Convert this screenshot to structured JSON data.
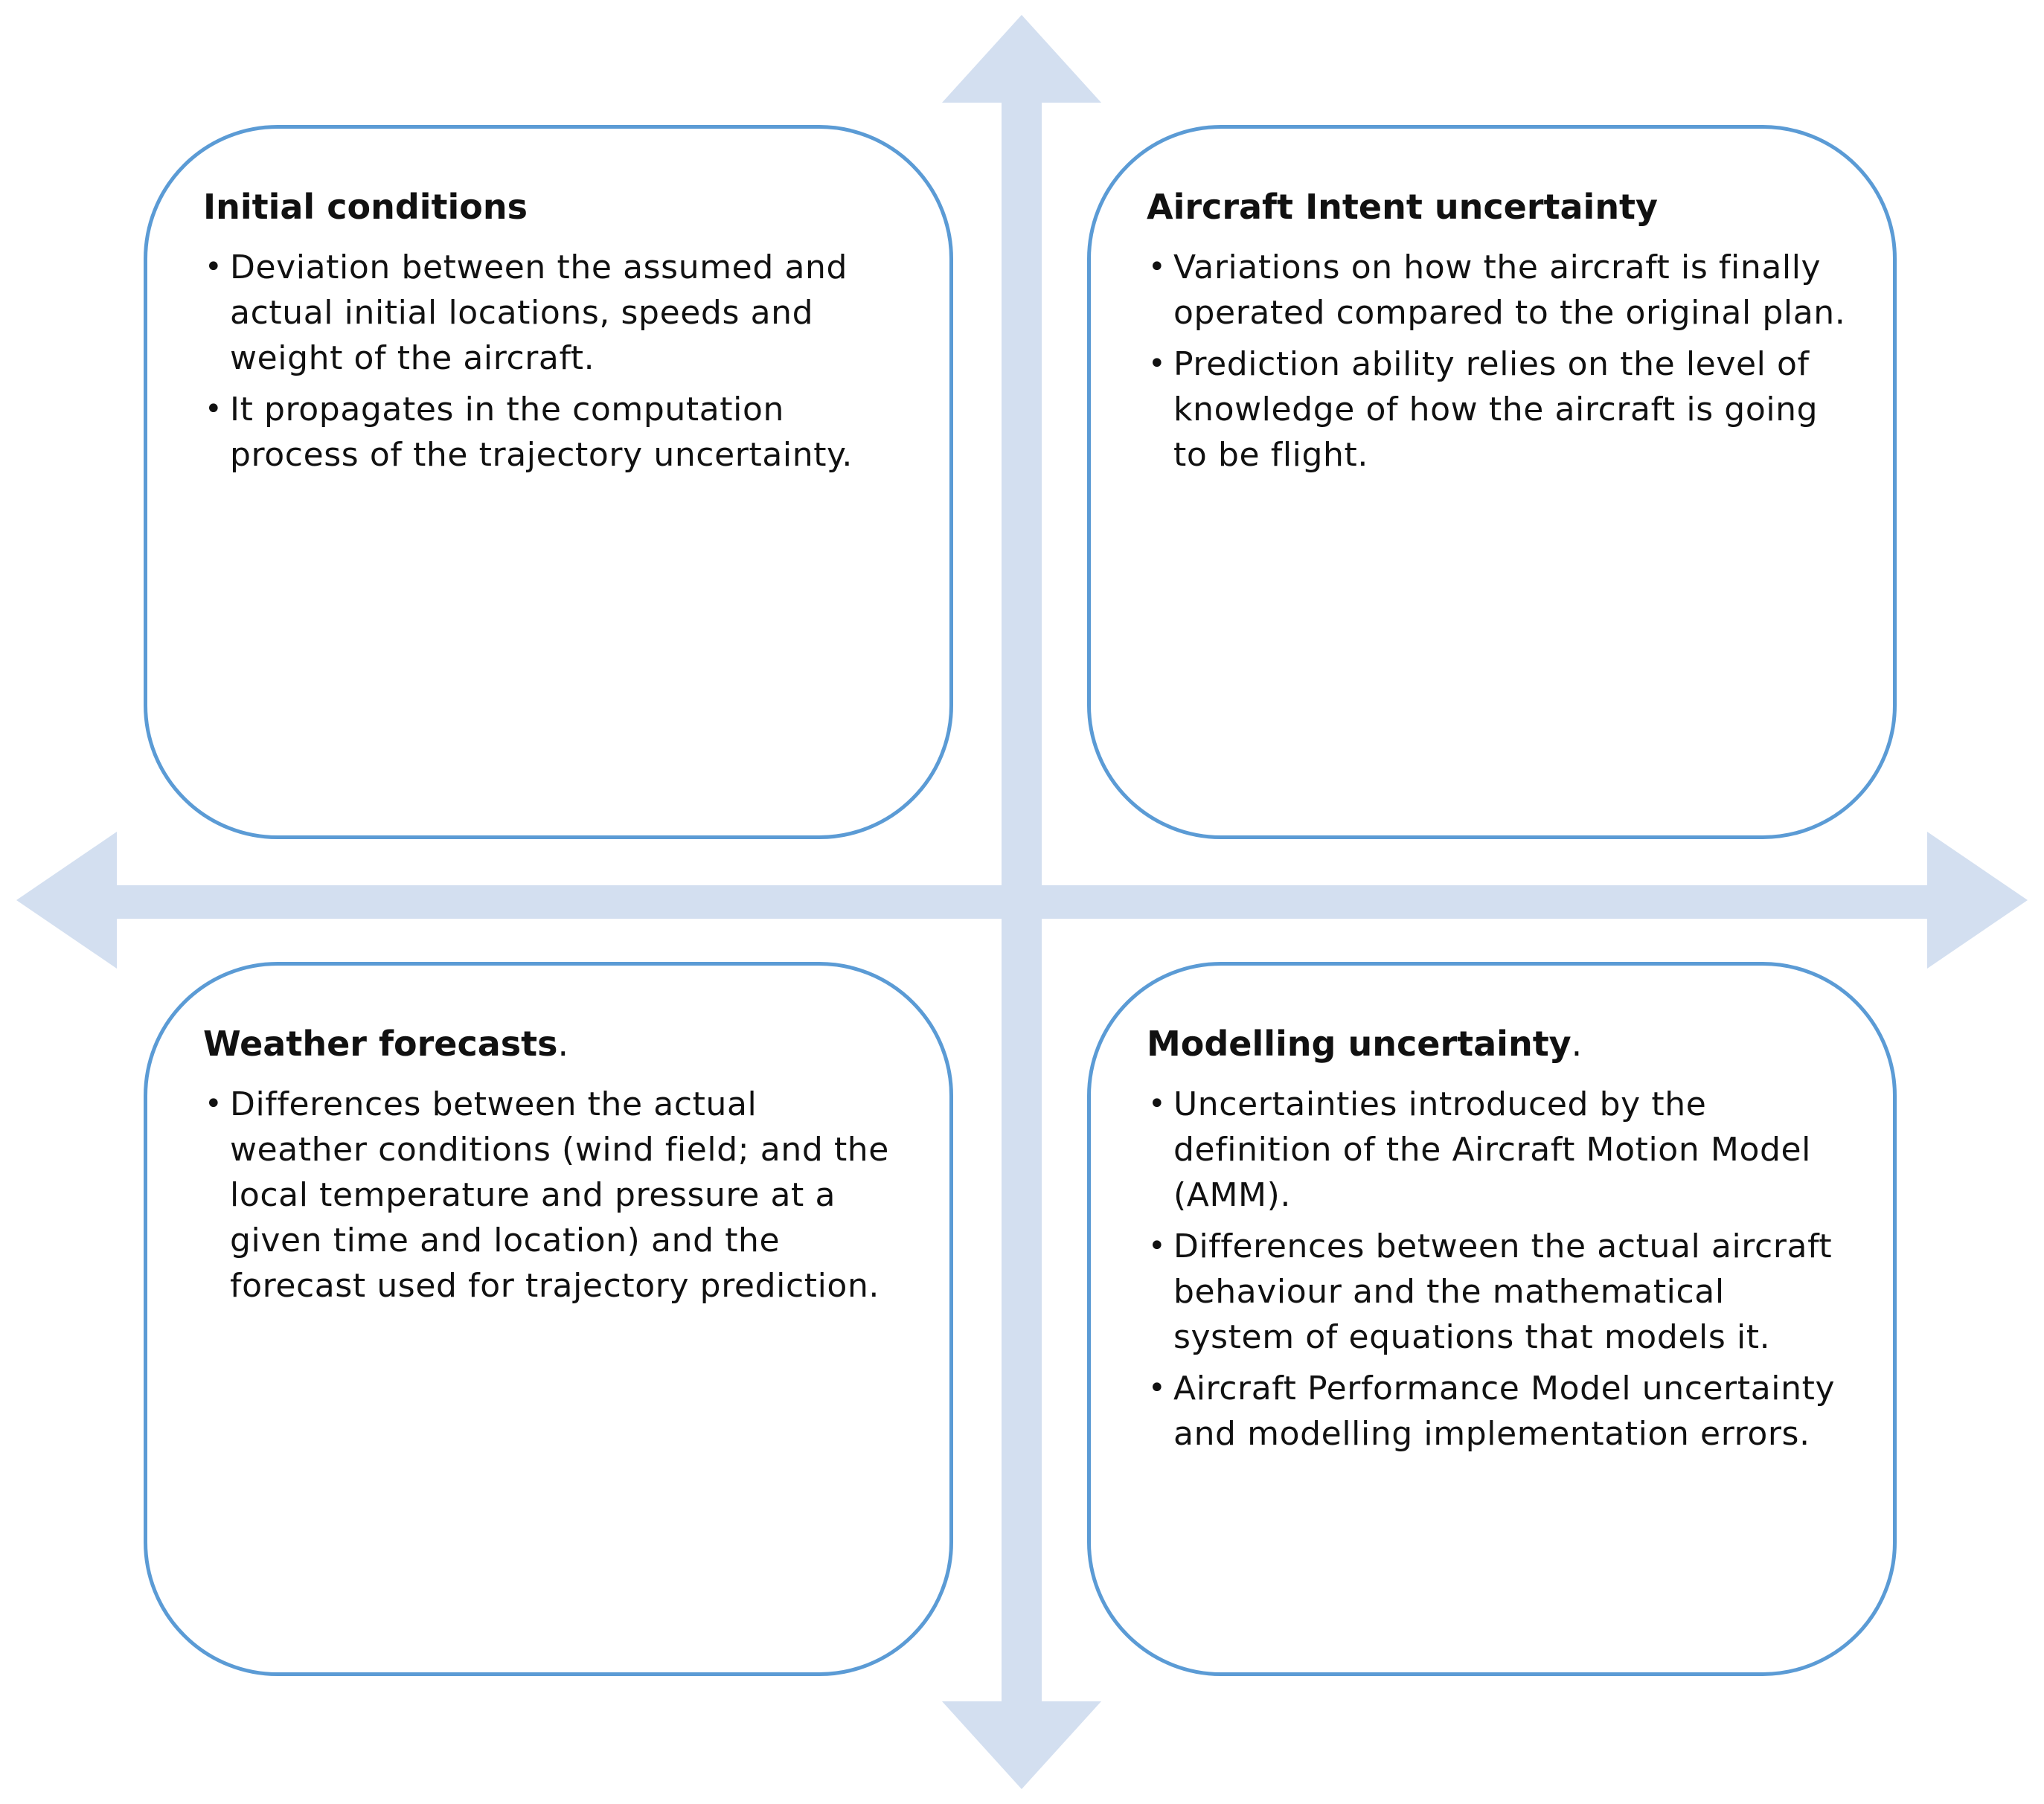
{
  "quadrants": {
    "top_left": {
      "title": "Initial conditions",
      "title_suffix": "",
      "bullets": [
        "Deviation between the assumed and actual initial locations, speeds and weight of the aircraft.",
        "It propagates in the computation process of the trajectory uncertainty."
      ]
    },
    "top_right": {
      "title": "Aircraft Intent uncertainty",
      "title_suffix": "",
      "bullets": [
        "Variations on how the aircraft is finally operated compared to the original plan.",
        "Prediction ability relies on the level of knowledge of how the aircraft is going to be flight."
      ]
    },
    "bottom_left": {
      "title": "Weather forecasts",
      "title_suffix": ".",
      "bullets": [
        "Differences between the actual weather conditions (wind field; and the local temperature and pressure at a given time and location) and the forecast used for trajectory prediction."
      ]
    },
    "bottom_right": {
      "title": "Modelling uncertainty",
      "title_suffix": ".",
      "bullets": [
        "Uncertainties introduced by the definition of the Aircraft Motion Model (AMM).",
        "Differences between the actual aircraft behaviour and the mathematical system of equations that models it.",
        "Aircraft Performance Model uncertainty and modelling implementation errors."
      ]
    }
  },
  "colors": {
    "arrow_fill": "#d3dff0",
    "box_border": "#5b9bd5",
    "text": "#111111"
  },
  "icons": {
    "bullet": "•"
  }
}
